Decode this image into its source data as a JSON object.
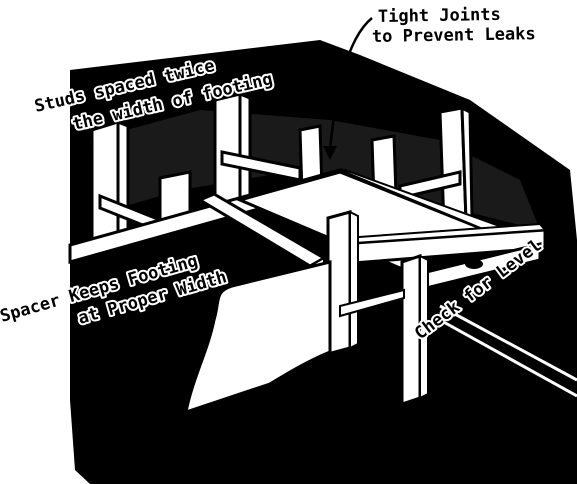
{
  "labels": {
    "tight_joints_line1": "Tight Joints",
    "tight_joints_line2": "to Prevent Leaks",
    "studs_line1": "Studs spaced twice",
    "studs_line2": "the width of footing",
    "spacer_line1": "Spacer Keeps Footing",
    "spacer_line2": "at Proper Width",
    "check_level": "Check for Level"
  },
  "colors": {
    "ink": "#000000",
    "paper": "#ffffff",
    "wood": "#ffffff"
  }
}
